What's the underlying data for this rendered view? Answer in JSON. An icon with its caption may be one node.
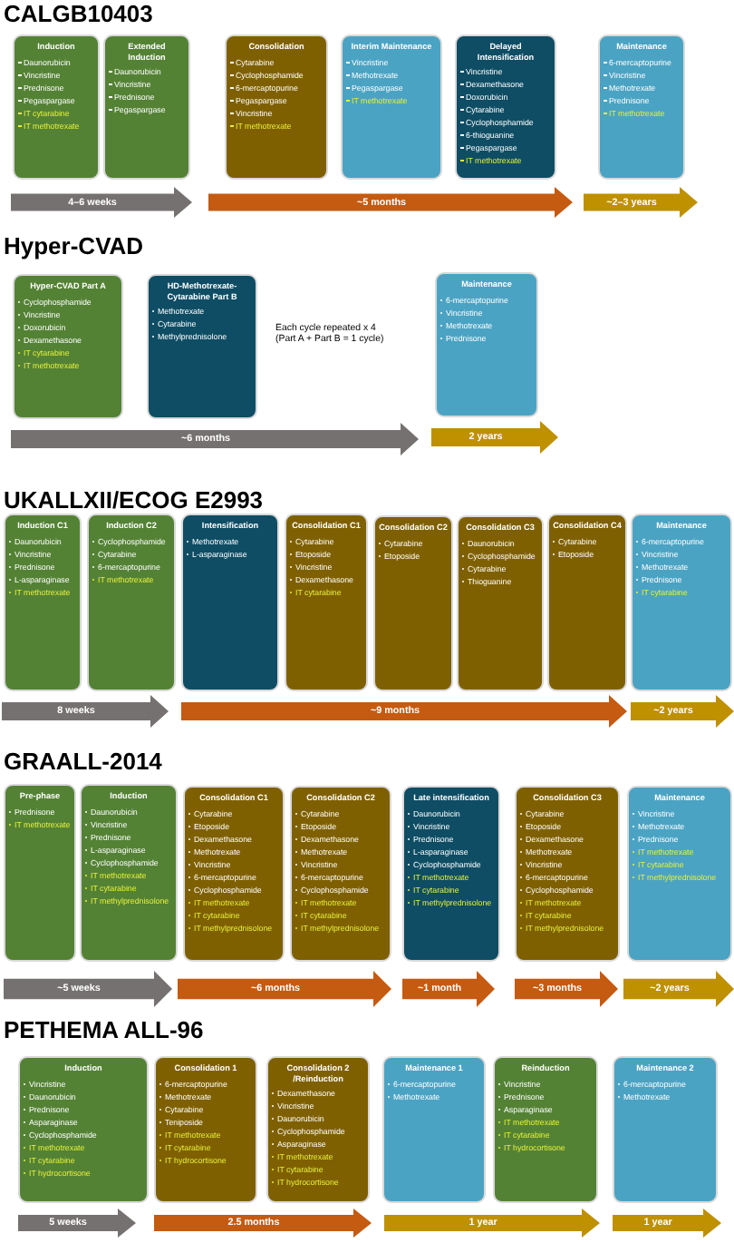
{
  "diagram": {
    "nodes": [
      {
        "text": [
          "Induction",
          "Daunorubicin",
          "Vincristine",
          "Prednisone",
          "Pegaspargase",
          "IT cytarabine",
          "IT methotrexate"
        ]
      },
      {
        "text": [
          "Extended Induction",
          "Daunorubicin",
          "Vincristine",
          "Prednisone",
          "Pegaspargase"
        ]
      },
      {
        "text": [
          "Consolidation",
          "Cytarabine",
          "Cyclophosphamide",
          "6-mercaptopurine",
          "Pegaspargase",
          "Vincristine",
          "IT methotrexate"
        ]
      },
      {
        "text": [
          "Interim Maintenance",
          "Vincristine",
          "Methotrexate",
          "Pegaspargase",
          "IT methotrexate"
        ]
      },
      {
        "text": [
          "Delayed Intensification",
          "Vincristine",
          "Dexamethasone",
          "Doxorubicin",
          "Cytarabine",
          "Cyclophosphamide",
          "6-thioguanine",
          "Pegaspargase",
          "IT methotrexate"
        ]
      },
      {
        "text": [
          "Maintenance",
          "6-mercaptopurine",
          "Vincristine",
          "Methotrexate",
          "Prednisone",
          "IT methotrexate"
        ]
      },
      {
        "text": [
          "4–6 weeks"
        ]
      },
      {
        "text": [
          "~5 months"
        ]
      },
      {
        "text": [
          "~2–3 years"
        ]
      },
      {
        "text": [
          "Hyper-CVAD Part A",
          "Cyclophosphamide",
          "Vincristine",
          "Doxorubicin",
          "Dexamethasone",
          "IT cytarabine",
          "IT methotrexate"
        ]
      },
      {
        "text": [
          "HD-Methotrexate-Cytarabine Part B",
          "Methotrexate",
          "Cytarabine",
          "Methylprednisolone"
        ]
      },
      {
        "text": [
          "Maintenance",
          "6-mercaptopurine",
          "Vincristine",
          "Methotrexate",
          "Prednisone"
        ]
      },
      {
        "text": [
          "~6 months"
        ]
      },
      {
        "text": [
          "2 years"
        ]
      },
      {
        "text": [
          "Induction C1",
          "Daunorubicin",
          "Vincristine",
          "Prednisone",
          "L-asparaginase",
          "IT methotrexate"
        ]
      },
      {
        "text": [
          "Induction C2",
          "Cyclophosphamide",
          "Cytarabine",
          "6-mercaptopurine",
          "IT methotrexate"
        ]
      },
      {
        "text": [
          "Intensification",
          "Methotrexate",
          "L-asparaginase"
        ]
      },
      {
        "text": [
          "Consolidation C1",
          "Cytarabine",
          "Etoposide",
          "Vincristine",
          "Dexamethasone",
          "IT cytarabine"
        ]
      },
      {
        "text": [
          "Consolidation C2",
          "Cytarabine",
          "Etoposide"
        ]
      },
      {
        "text": [
          "Consolidation C3",
          "Daunorubicin",
          "Cyclophosphamide",
          "Cytarabine",
          "Thioguanine"
        ]
      },
      {
        "text": [
          "Consolidation C4",
          "Cytarabine",
          "Etoposide"
        ]
      },
      {
        "text": [
          "Maintenance",
          "6-mercaptopurine",
          "Vincristine",
          "Methotrexate",
          "Prednisone",
          "IT cytarabine"
        ]
      },
      {
        "text": [
          "8 weeks"
        ]
      },
      {
        "text": [
          "~9 months"
        ]
      },
      {
        "text": [
          "~2 years"
        ]
      },
      {
        "text": [
          "Pre-phase",
          "Prednisone",
          "IT methotrexate"
        ]
      },
      {
        "text": [
          "Induction",
          "Daunorubicin",
          "Vincristine",
          "Prednisone",
          "L-asparaginase",
          "Cyclophosphamide",
          "IT methotrexate",
          "IT cytarabine",
          "IT methylprednisolone"
        ]
      },
      {
        "text": [
          "Consolidation C1",
          "Cytarabine",
          "Etoposide",
          "Dexamethasone",
          "Methotrexate",
          "Vincristine",
          "6-mercaptopurine",
          "Cyclophosphamide",
          "IT methotrexate",
          "IT cytarabine",
          "IT methylprednisolone"
        ]
      },
      {
        "text": [
          "Consolidation C2",
          "Cytarabine",
          "Etoposide",
          "Dexamethasone",
          "Methotrexate",
          "Vincristine",
          "6-mercaptopurine",
          "Cyclophosphamide",
          "IT methotrexate",
          "IT cytarabine",
          "IT methylprednisolone"
        ]
      },
      {
        "text": [
          "Late intensification",
          "Daunorubicin",
          "Vincristine",
          "Prednisone",
          "L-asparaginase",
          "Cyclophosphamide",
          "IT methotrexate",
          "IT cytarabine",
          "IT methylprednisolone"
        ]
      },
      {
        "text": [
          "Consolidation C3",
          "Cytarabine",
          "Etoposide",
          "Dexamethasone",
          "Methotrexate",
          "Vincristine",
          "6-mercaptopurine",
          "Cyclophosphamide",
          "IT methotrexate",
          "IT cytarabine",
          "IT methylprednisolone"
        ]
      },
      {
        "text": [
          "Maintenance",
          "Vincristine",
          "Methotrexate",
          "Prednisone",
          "IT methotrexate",
          "IT cytarabine",
          "IT methylprednisolone"
        ]
      },
      {
        "text": [
          "~5 weeks"
        ]
      },
      {
        "text": [
          "~6 months"
        ]
      },
      {
        "text": [
          "~1 month"
        ]
      },
      {
        "text": [
          "~3 months"
        ]
      },
      {
        "text": [
          "~2 years"
        ]
      },
      {
        "text": [
          "Induction",
          "Vincristine",
          "Daunorubicin",
          "Prednisone",
          "Asparaginase",
          "Cyclophosphamide",
          "IT methotrexate",
          "IT cytarabine",
          "IT hydrocortisone"
        ]
      },
      {
        "text": [
          "Consolidation 1",
          "6-mercaptopurine",
          "Methotrexate",
          "Cytarabine",
          "Teniposide",
          "IT methotrexate",
          "IT cytarabine",
          "IT hydrocortisone"
        ]
      },
      {
        "text": [
          "Consolidation 2 /Reinduction",
          "Dexamethasone",
          "Vincristine",
          "Daunorubicin",
          "Cyclophosphamide",
          "Asparaginase",
          "IT methotrexate",
          "IT cytarabine",
          "IT hydrocortisone"
        ]
      },
      {
        "text": [
          "Maintenance 1",
          "6-mercaptopurine",
          "Methotrexate"
        ]
      },
      {
        "text": [
          "Reinduction",
          "Vincristine",
          "Prednisone",
          "Asparaginase",
          "IT methotrexate",
          "IT cytarabine",
          "IT hydrocortisone"
        ]
      },
      {
        "text": [
          "Maintenance 2",
          "6-mercaptopurine",
          "Methotrexate"
        ]
      },
      {
        "text": [
          "5 weeks"
        ]
      },
      {
        "text": [
          "2.5 months"
        ]
      },
      {
        "text": [
          "1 year"
        ]
      },
      {
        "text": [
          "1 year"
        ]
      }
    ],
    "labels": [
      "CALGB10403",
      "Hyper-CVAD",
      "Each cycle repeated x 4 (Part A + Part B = 1 cycle)",
      "UKALLXII/ECOG E2993",
      "GRAALL-2014",
      "PETHEMA ALL-96"
    ]
  }
}
